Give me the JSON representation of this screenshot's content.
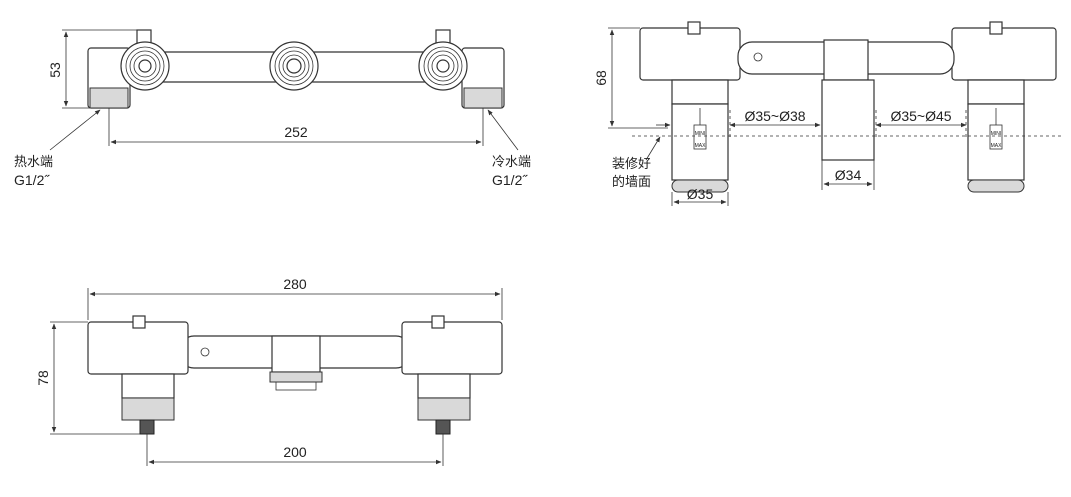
{
  "top_view": {
    "dim_height": "53",
    "dim_width": "252",
    "hot_label_line1": "热水端",
    "hot_label_line2": "G1/2˝",
    "cold_label_line1": "冷水端",
    "cold_label_line2": "G1/2˝"
  },
  "side_view": {
    "dim_height": "68",
    "dim_range_left": "Ø35~Ø38",
    "dim_range_right": "Ø35~Ø45",
    "dim_center": "Ø34",
    "dim_bottom": "Ø35",
    "wall_label_line1": "装修好",
    "wall_label_line2": "的墙面",
    "mark_min": "MINI",
    "mark_max": "MAX"
  },
  "front_view": {
    "dim_width": "280",
    "dim_height": "78",
    "dim_bottom": "200"
  }
}
